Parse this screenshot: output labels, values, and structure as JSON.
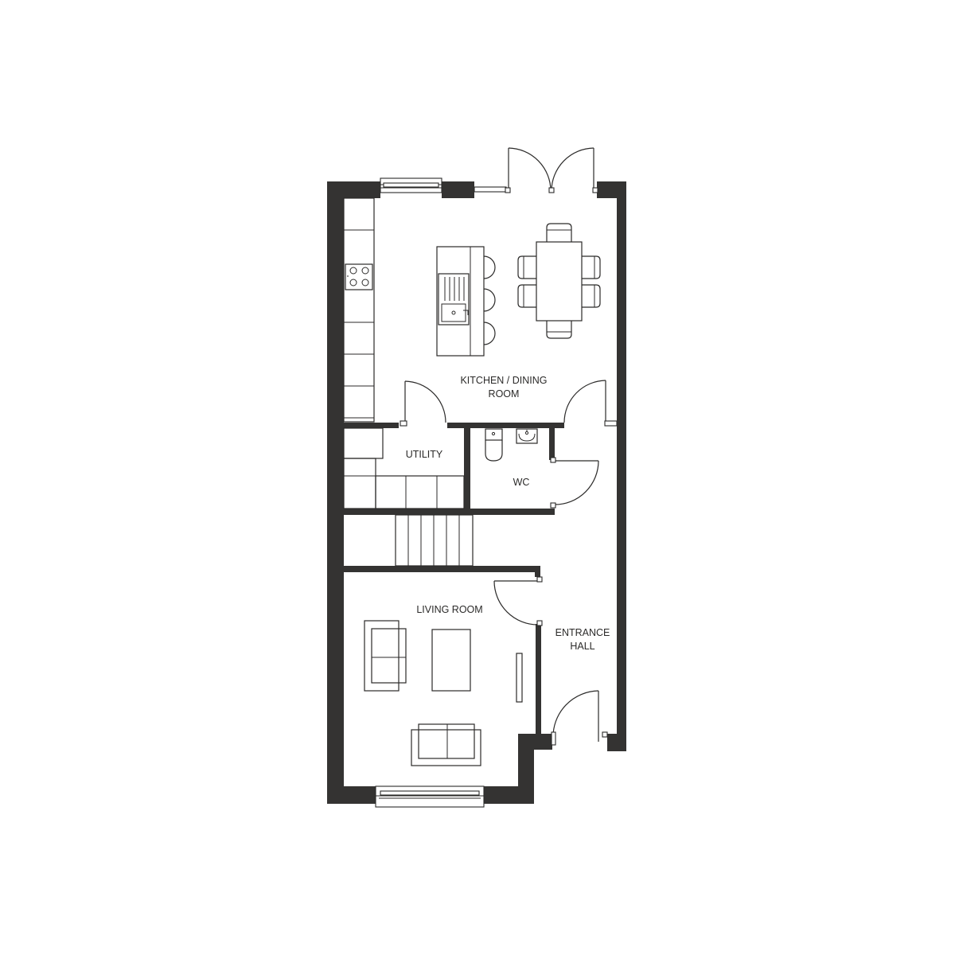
{
  "rooms": {
    "kitchen_line1": "KITCHEN / DINING",
    "kitchen_line2": "ROOM",
    "utility": "UTILITY",
    "wc": "WC",
    "living": "LIVING ROOM",
    "hall_line1": "ENTRANCE",
    "hall_line2": "HALL"
  },
  "colors": {
    "wall": "#343332",
    "line": "#2b2a29",
    "background": "#ffffff"
  }
}
